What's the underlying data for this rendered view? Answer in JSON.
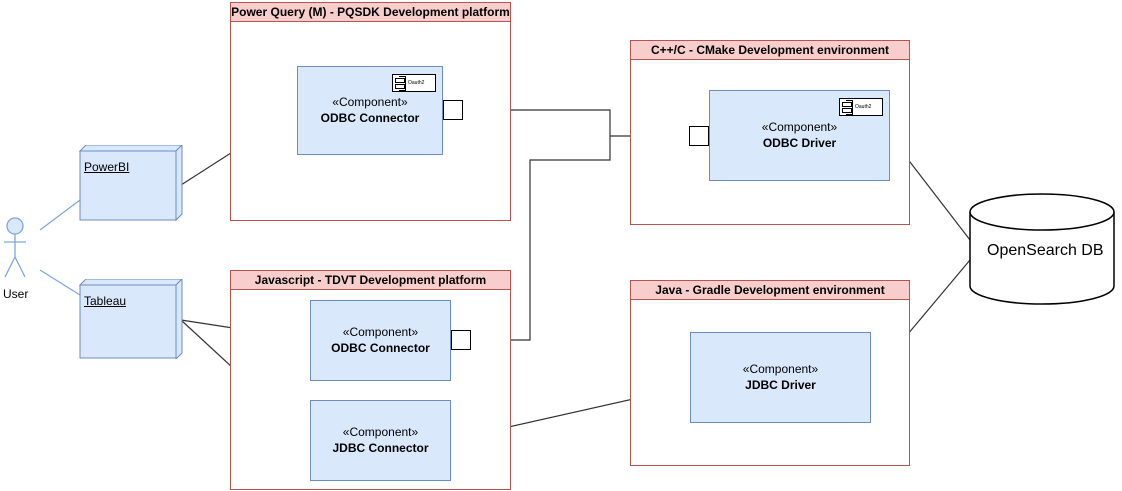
{
  "frames": {
    "pq": {
      "title": "Power Query (M) - PQSDK Development platform"
    },
    "cpp": {
      "title": "C++/C - CMake Development environment"
    },
    "js": {
      "title": "Javascript - TDVT Development platform"
    },
    "java": {
      "title": "Java - Gradle Development environment"
    }
  },
  "components": {
    "pq_odbc": {
      "stereotype": "«Component»",
      "name": "ODBC Connector",
      "badge": "Oauth2"
    },
    "odbc_driver": {
      "stereotype": "«Component»",
      "name": "ODBC Driver",
      "badge": "Oauth2"
    },
    "js_odbc": {
      "stereotype": "«Component»",
      "name": "ODBC Connector"
    },
    "js_jdbc": {
      "stereotype": "«Component»",
      "name": "JDBC Connector"
    },
    "jdbc_driver": {
      "stereotype": "«Component»",
      "name": "JDBC Driver"
    }
  },
  "nodes": {
    "powerbi": {
      "label": "PowerBI"
    },
    "tableau": {
      "label": "Tableau"
    }
  },
  "actor": {
    "label": "User"
  },
  "database": {
    "label": "OpenSearch DB"
  },
  "colors": {
    "frame_border": "#b85450",
    "frame_title_fill": "#f8cecc",
    "component_fill": "#dae8fc",
    "component_border": "#6c8ebf",
    "node_fill": "#dae8fc",
    "node_border": "#6c8ebf",
    "connector_line": "#333333",
    "actor_color": "#7ea6e0"
  },
  "icons": {
    "component_badge": "uml-component-icon",
    "actor": "stick-figure-icon",
    "database": "cylinder-icon",
    "interface": "lollipop-socket-icon"
  }
}
